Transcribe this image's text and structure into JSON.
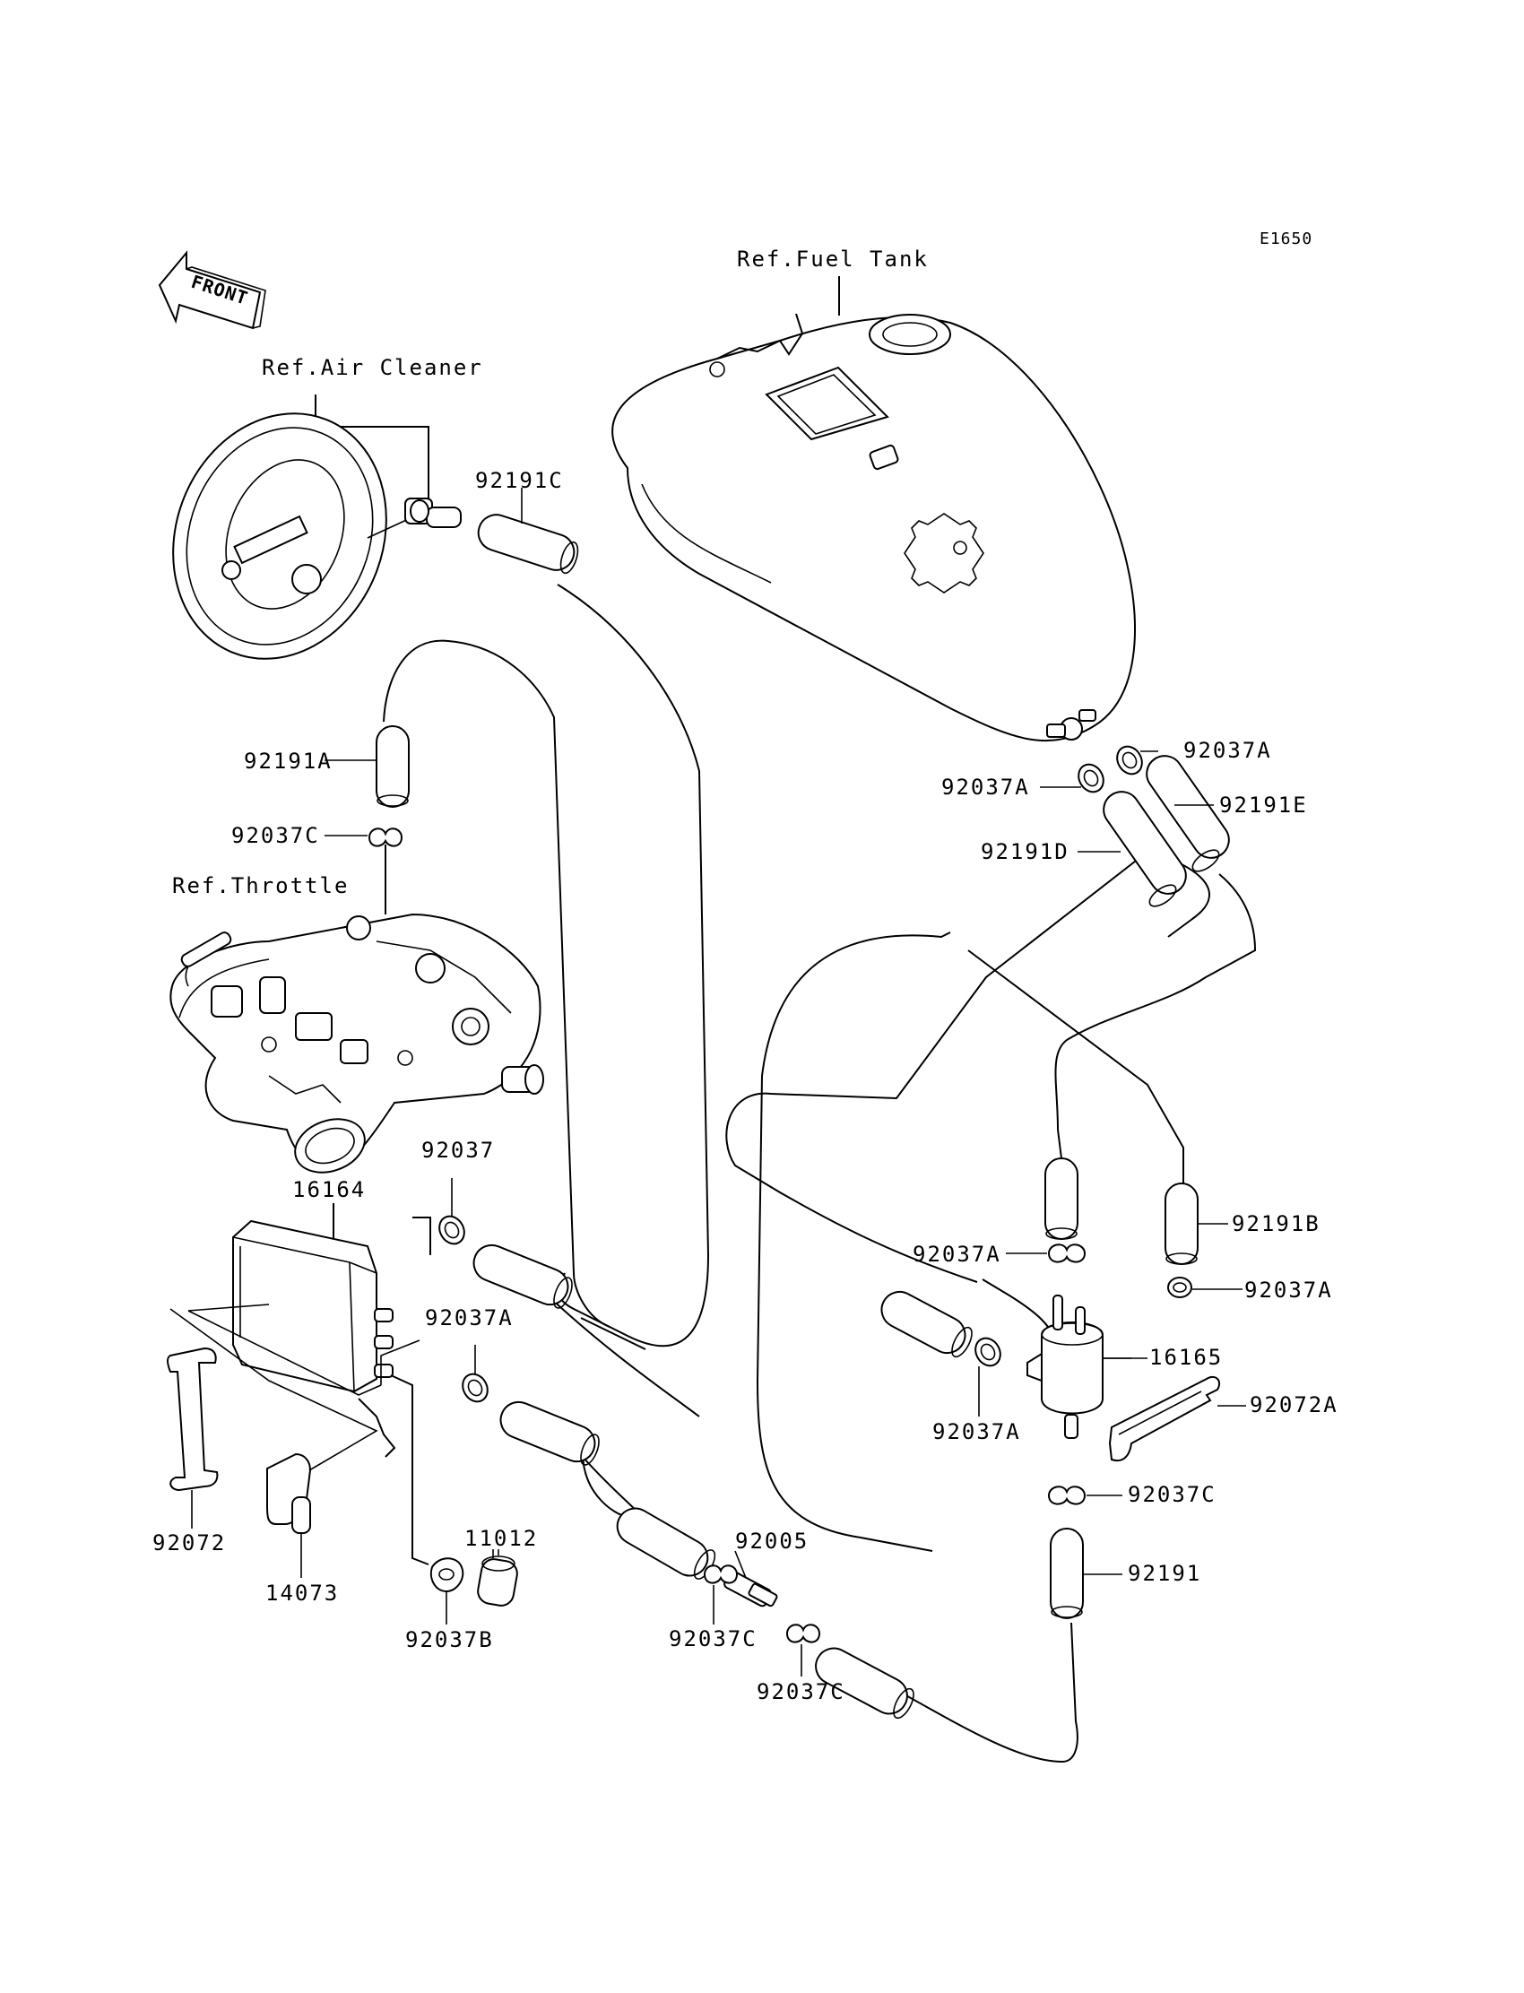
{
  "diagram_code": "E1650",
  "front_label": "FRONT",
  "references": {
    "air_cleaner": "Ref.Air Cleaner",
    "fuel_tank": "Ref.Fuel Tank",
    "throttle": "Ref.Throttle"
  },
  "parts": {
    "p92191C": "92191C",
    "p92191A": "92191A",
    "p92037C_top": "92037C",
    "p92037A_tank_right": "92037A",
    "p92037A_tank_left": "92037A",
    "p92191E": "92191E",
    "p92191D": "92191D",
    "p92037": "92037",
    "p16164": "16164",
    "p92037A_canister": "92037A",
    "p92191B": "92191B",
    "p92037A_pump_left": "92037A",
    "p92037A_pump_right": "92037A",
    "p16165": "16165",
    "p92072A": "92072A",
    "p92037A_pump_low": "92037A",
    "p92037C_pump": "92037C",
    "p92191": "92191",
    "p11012": "11012",
    "p92005": "92005",
    "p92072": "92072",
    "p14073": "14073",
    "p92037B": "92037B",
    "p92037C_fitting_left": "92037C",
    "p92037C_fitting_right": "92037C"
  }
}
